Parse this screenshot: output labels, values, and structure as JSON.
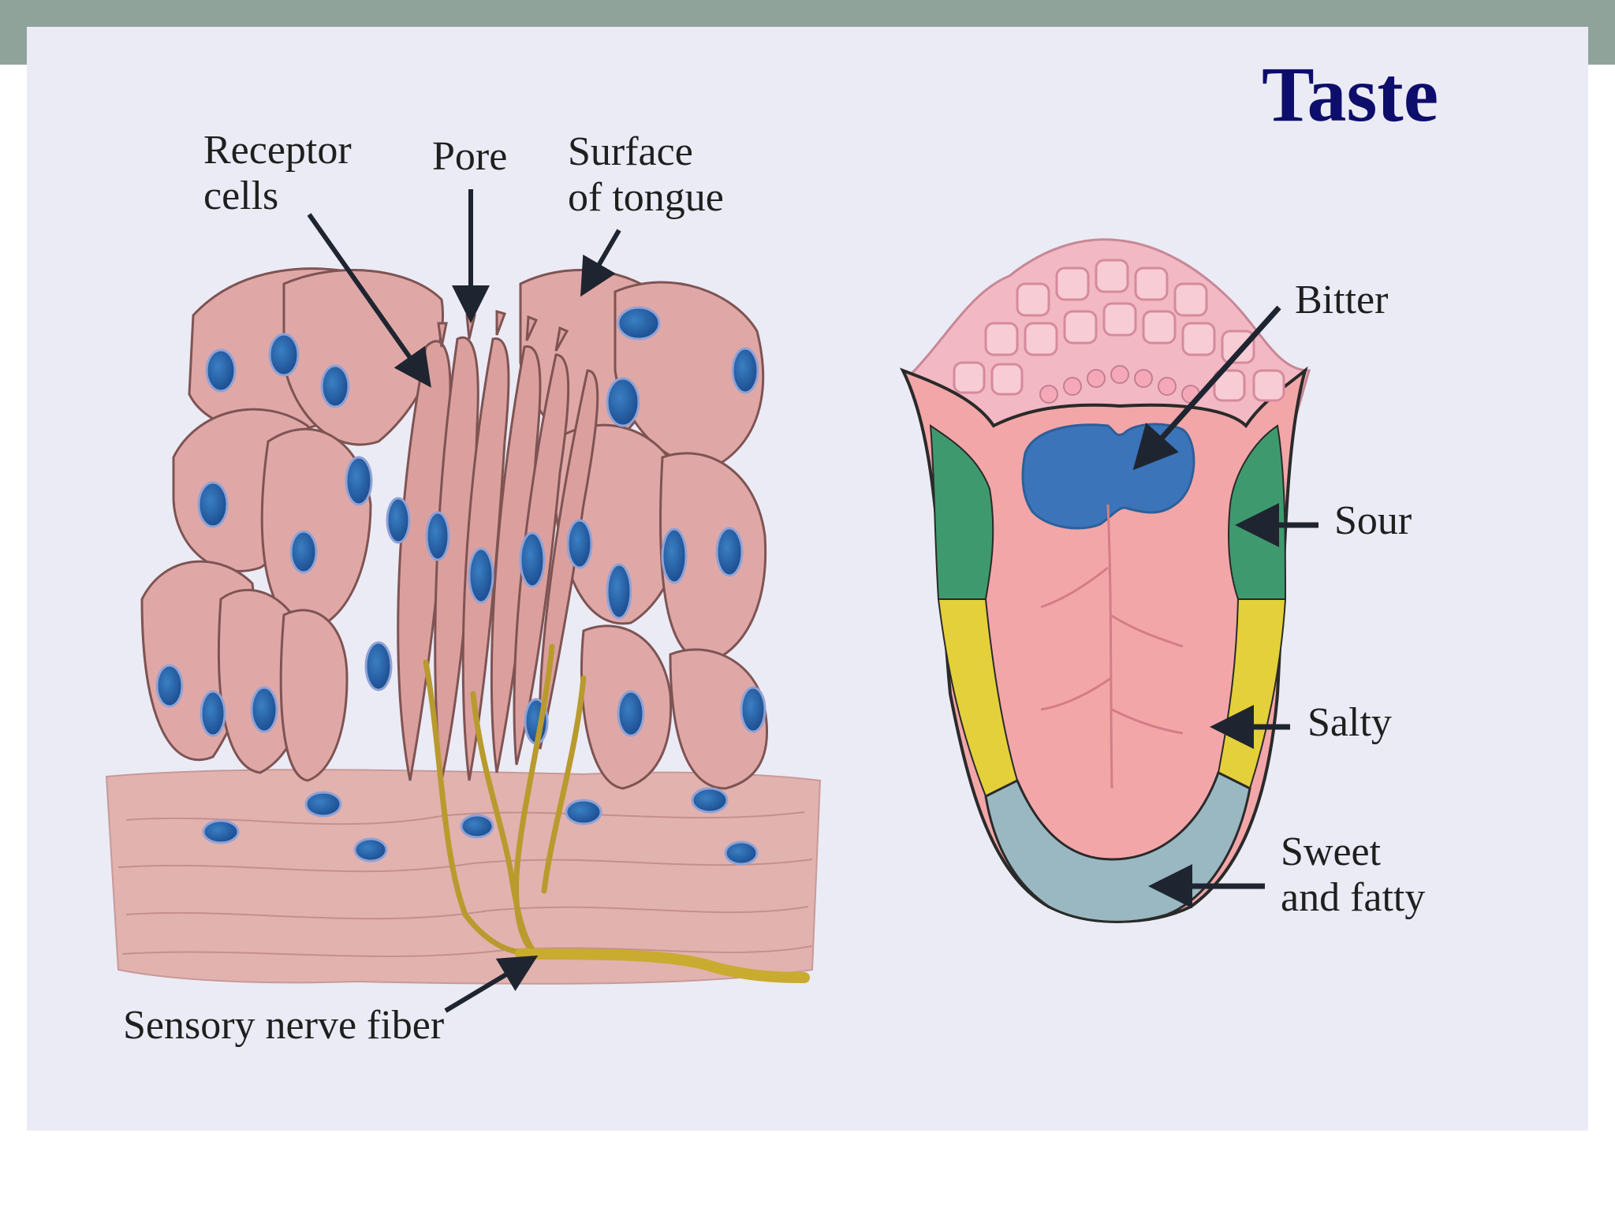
{
  "slide": {
    "title": "Taste",
    "colors": {
      "frame": "#8fa39a",
      "background": "#ebebf6",
      "title": "#0d0d6b",
      "bitter": "#3b74b8",
      "sour": "#3e9a6e",
      "salty": "#e4d03a",
      "sweet_and_fatty": "#9ab8c2"
    }
  },
  "taste_bud": {
    "labels": {
      "receptor_cells": "Receptor\ncells",
      "pore": "Pore",
      "surface_of_tongue": "Surface\nof tongue",
      "sensory_nerve_fiber": "Sensory nerve fiber"
    }
  },
  "tongue_map": {
    "labels": {
      "bitter": "Bitter",
      "sour": "Sour",
      "salty": "Salty",
      "sweet_and_fatty": "Sweet\nand fatty"
    }
  }
}
